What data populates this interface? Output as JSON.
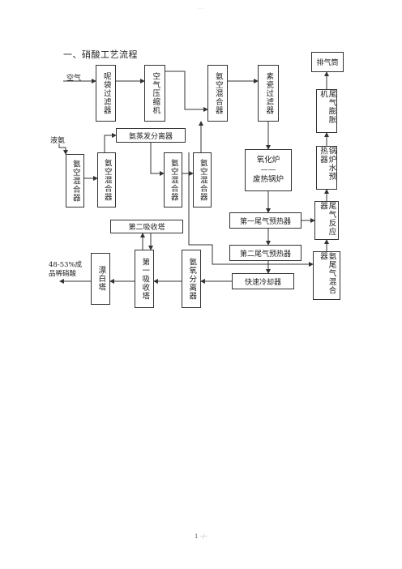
{
  "header": {
    "faint_mark": "·····"
  },
  "title": "一、硝酸工艺流程",
  "inputs": {
    "air": "空气",
    "ammonia": "液氨"
  },
  "boxes": {
    "filter": "呢袋过滤器",
    "compressor": "空气压缩机",
    "mixer_top": "氨空混合器",
    "ceramic_filter": "素瓷过滤器",
    "ammonia_evaporator": "氨蒸发分离器",
    "mix1": "氨空混合器",
    "mix2": "氨空混合器",
    "mix3": "氨空混合器",
    "mix4": "氨空混合器",
    "oxidizer_top": "氧化炉",
    "oxidizer_sep": "——",
    "oxidizer_bottom": "废热锅炉",
    "exhaust_stack": "排气筒",
    "expander": "尾气膨胀机",
    "boiler_preheater": "锅炉水预热器",
    "tail_reactor": "尾气反应器",
    "second_absorber": "第二吸收塔",
    "preheater1": "第一尾气预热器",
    "preheater2": "第二尾气预热器",
    "quench": "快速冷却器",
    "first_absorber": "第一吸收塔",
    "separator": "氨氧分离器",
    "bleacher": "漂白塔",
    "tail_mixer": "氨尾气混合器"
  },
  "product": {
    "line1": "48-53%成",
    "line2": "品稀硝酸"
  },
  "footer": {
    "page": "1",
    "suffix": "··/··"
  }
}
